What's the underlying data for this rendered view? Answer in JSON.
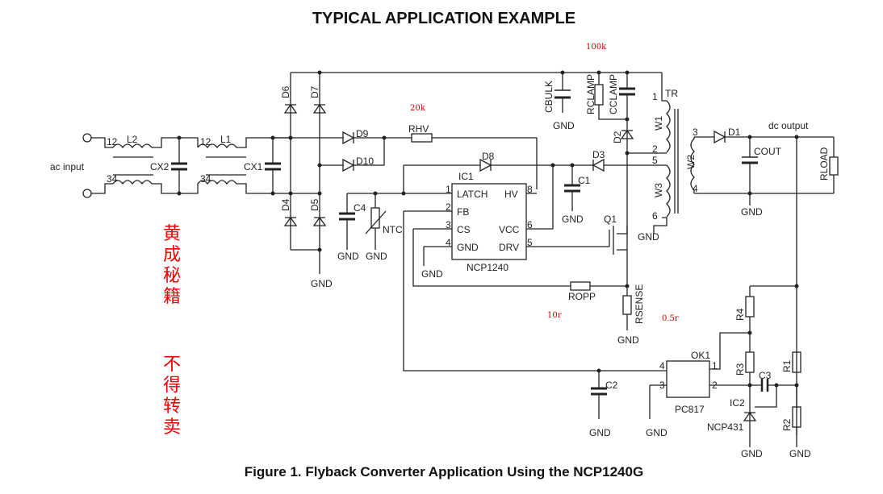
{
  "title": "TYPICAL APPLICATION EXAMPLE",
  "caption": "Figure 1. Flyback Converter Application Using the NCP1240G",
  "watermark": {
    "line1": "黄成秘籍",
    "line2": "不得转卖",
    "color": "#ee0000"
  },
  "values": {
    "rclamp": "100k",
    "rhv": "20k",
    "ropp": "10r",
    "rsense": "0.5r"
  },
  "labels": {
    "ac_input": "ac input",
    "dc_output": "dc output",
    "L1": "L1",
    "L2": "L2",
    "pin12": "12",
    "pin34": "34",
    "CX1": "CX1",
    "CX2": "CX2",
    "D1": "D1",
    "D2": "D2",
    "D3": "D3",
    "D4": "D4",
    "D5": "D5",
    "D6": "D6",
    "D7": "D7",
    "D8": "D8",
    "D9": "D9",
    "D10": "D10",
    "RHV": "RHV",
    "CBULK": "CBULK",
    "RCLAMP": "RCLAMP",
    "CCLAMP": "CCLAMP",
    "TR": "TR",
    "W1": "W1",
    "W2": "W2",
    "W3": "W3",
    "COUT": "COUT",
    "RLOAD": "RLOAD",
    "C1": "C1",
    "C2": "C2",
    "C3": "C3",
    "C4": "C4",
    "NTC": "NTC",
    "IC1": "IC1",
    "IC1_part": "NCP1240",
    "Q1": "Q1",
    "ROPP": "ROPP",
    "RSENSE": "RSENSE",
    "OK1": "OK1",
    "OK1_part": "PC817",
    "IC2": "IC2",
    "IC2_part": "NCP431",
    "R1": "R1",
    "R2": "R2",
    "R3": "R3",
    "R4": "R4",
    "GND": "GND",
    "ic_pins": {
      "latch": "LATCH",
      "fb": "FB",
      "cs": "CS",
      "gnd": "GND",
      "hv": "HV",
      "vcc": "VCC",
      "drv": "DRV"
    },
    "ic_pin_nums": [
      "1",
      "2",
      "3",
      "4",
      "8",
      "6",
      "5"
    ],
    "tr_pins": [
      "1",
      "2",
      "3",
      "4",
      "5",
      "6"
    ],
    "ok_pins": [
      "1",
      "2",
      "3",
      "4"
    ]
  }
}
